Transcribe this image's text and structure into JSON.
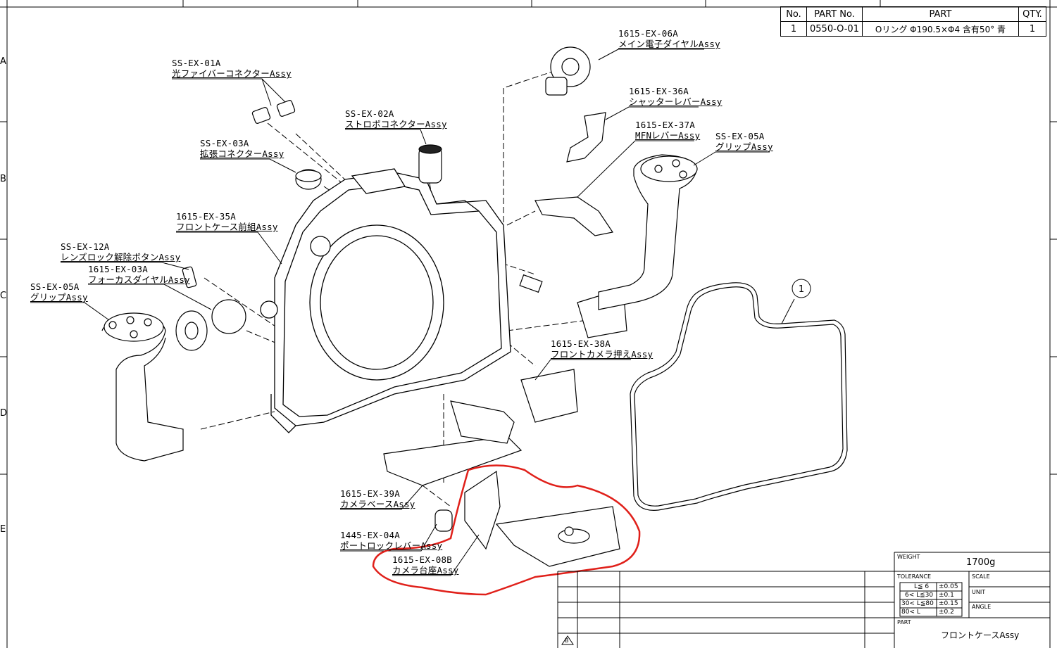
{
  "edge_letters": [
    "A",
    "B",
    "C",
    "D",
    "E"
  ],
  "parts_table": {
    "headers": [
      "No.",
      "PART No.",
      "PART",
      "QTY."
    ],
    "rows": [
      {
        "no": "1",
        "part_no": "0550-O-01",
        "part": "Oリング Φ190.5×Φ4 含有50° 青",
        "qty": "1"
      }
    ]
  },
  "callouts": [
    {
      "id": "ss-ex-01a",
      "code": "SS-EX-01A",
      "name": "光ファイバーコネクターAssy"
    },
    {
      "id": "ss-ex-02a",
      "code": "SS-EX-02A",
      "name": "ストロボコネクターAssy"
    },
    {
      "id": "ss-ex-03a",
      "code": "SS-EX-03A",
      "name": "拡張コネクターAssy"
    },
    {
      "id": "1615-ex-35a",
      "code": "1615-EX-35A",
      "name": "フロントケース前組Assy"
    },
    {
      "id": "ss-ex-12a",
      "code": "SS-EX-12A",
      "name": "レンズロック解除ボタンAssy"
    },
    {
      "id": "1615-ex-03a",
      "code": "1615-EX-03A",
      "name": "フォーカスダイヤルAssy"
    },
    {
      "id": "ss-ex-05a-left",
      "code": "SS-EX-05A",
      "name": "グリップAssy"
    },
    {
      "id": "1615-ex-06a",
      "code": "1615-EX-06A",
      "name": "メイン電子ダイヤルAssy"
    },
    {
      "id": "1615-ex-36a",
      "code": "1615-EX-36A",
      "name": "シャッターレバーAssy"
    },
    {
      "id": "1615-ex-37a",
      "code": "1615-EX-37A",
      "name": "MFNレバーAssy"
    },
    {
      "id": "ss-ex-05a-right",
      "code": "SS-EX-05A",
      "name": "グリップAssy"
    },
    {
      "id": "1615-ex-38a",
      "code": "1615-EX-38A",
      "name": "フロントカメラ押えAssy"
    },
    {
      "id": "1615-ex-39a",
      "code": "1615-EX-39A",
      "name": "カメラベースAssy"
    },
    {
      "id": "1445-ex-04a",
      "code": "1445-EX-04A",
      "name": "ポートロックレバーAssy"
    },
    {
      "id": "1615-ex-08b",
      "code": "1615-EX-08B",
      "name": "カメラ台座Assy"
    }
  ],
  "balloon_number": "1",
  "title_block": {
    "weight_label": "WEIGHT",
    "weight_value": "1700g",
    "tolerance_label": "TOLERANCE",
    "tolerances": [
      {
        "range": "L≦ 6",
        "value": "±0.05"
      },
      {
        "range": "6< L≦30",
        "value": "±0.1"
      },
      {
        "range": "30< L≦80",
        "value": "±0.15"
      },
      {
        "range": "80< L",
        "value": "±0.2"
      }
    ],
    "scale_label": "SCALE",
    "unit_label": "UNIT",
    "angle_label": "ANGLE",
    "part_label": "PART",
    "part_value": "フロントケースAssy",
    "revision_mark": "B"
  },
  "highlight_color": "#e0201a"
}
